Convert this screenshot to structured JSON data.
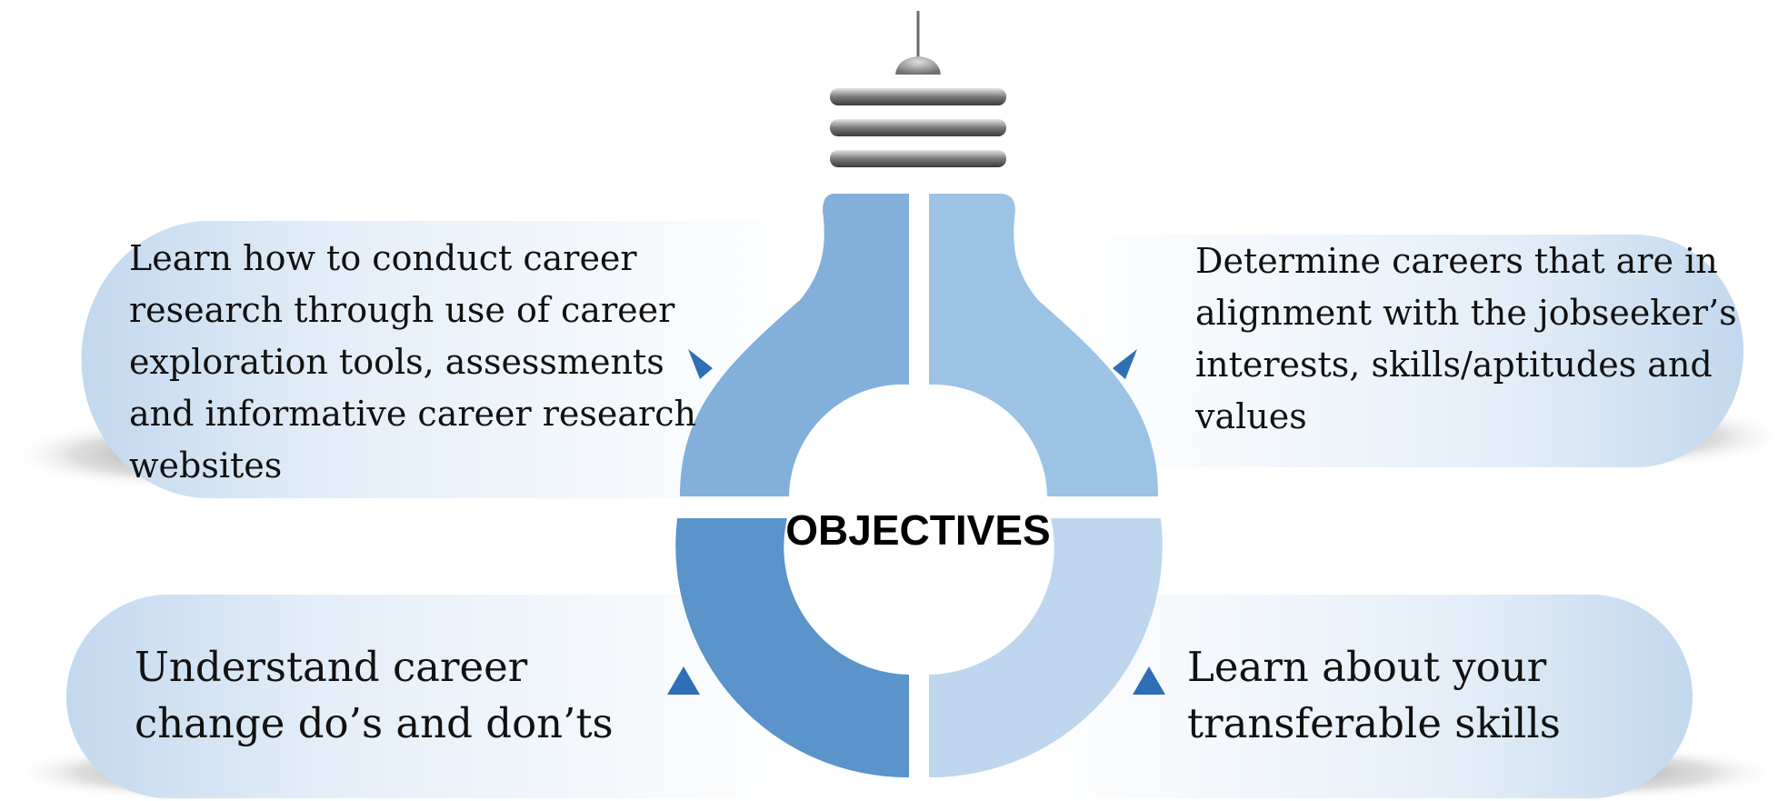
{
  "center": {
    "label": "OBJECTIVES"
  },
  "objectives": {
    "top_left": "Learn how to conduct career research through use of career exploration tools, assessments and informative career research websites",
    "top_right": "Determine careers that are in alignment with the jobseeker’s interests, skills/aptitudes and values",
    "bottom_left": "Understand career change do’s and don’ts",
    "bottom_right": "Learn about your transferable skills"
  },
  "colors": {
    "quadrant_top_left": "#82b0db",
    "quadrant_top_right": "#9cc2e4",
    "quadrant_bottom_left": "#5b93cb",
    "quadrant_bottom_right": "#bed5ee",
    "pointer": "#2e6fb5",
    "banner_edge": "#c5daef"
  }
}
